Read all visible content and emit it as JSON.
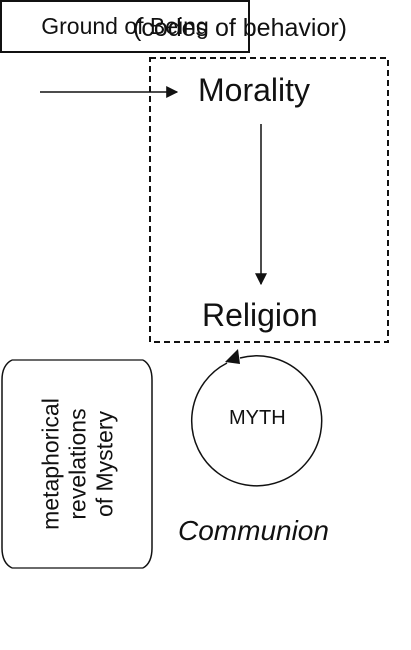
{
  "diagram": {
    "annotation_top": "(codes of behavior)",
    "node_morality": "Morality",
    "node_religion": "Religion",
    "node_myth": "MYTH",
    "label_communion": "Communion",
    "box_ground": "Ground of Being",
    "side_label_lines": [
      "metaphorical",
      "revelations",
      "of Mystery"
    ]
  }
}
